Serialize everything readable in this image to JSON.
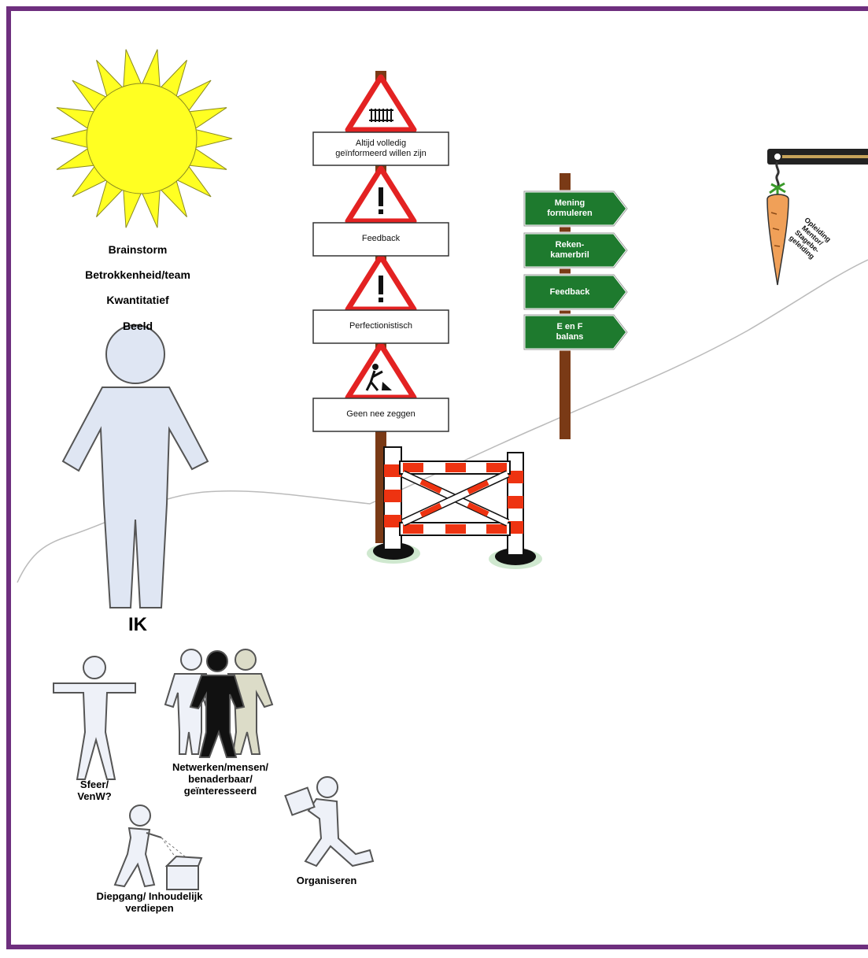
{
  "colors": {
    "frame": "#6e2f7e",
    "sun": "#ffff22",
    "figure_fill": "#dfe6f3",
    "sign_red": "#e32222",
    "arrow_green": "#1e7a2e",
    "pole": "#7a3a16",
    "barrier_red": "#ee3311",
    "carrot": "#f0a058"
  },
  "sun": {
    "icon": "sun-icon",
    "lines": [
      "Brainstorm",
      "Betrokkenheid/team",
      "Kwantitatief",
      "Beeld"
    ]
  },
  "main_person": {
    "icon": "person-icon",
    "label": "IK"
  },
  "warning_signs": [
    {
      "icon": "radiator-warning-icon",
      "label": "Altijd volledig\ngeïnformeerd willen zijn"
    },
    {
      "icon": "exclamation-warning-icon",
      "label": "Feedback"
    },
    {
      "icon": "exclamation-warning-icon",
      "label": "Perfectionistisch"
    },
    {
      "icon": "roadworks-warning-icon",
      "label": "Geen nee zeggen"
    }
  ],
  "signpost": [
    {
      "label": "Mening\nformuleren"
    },
    {
      "label": "Reken-\nkamerbril"
    },
    {
      "label": "Feedback"
    },
    {
      "label": "E en F\nbalans"
    }
  ],
  "carrot": {
    "icon": "carrot-icon",
    "label": "Opleiding\nMentor/\nStagebe-\ngeleiding"
  },
  "barrier": {
    "icon": "barrier-icon"
  },
  "small_figures": [
    {
      "icon": "arms-open-person-icon",
      "label": "Sfeer/\nVenW?"
    },
    {
      "icon": "people-group-icon",
      "label": "Netwerken/mensen/\nbenaderbaar/\ngeïnteresseerd"
    },
    {
      "icon": "person-carrying-box-icon",
      "label": "Organiseren"
    },
    {
      "icon": "person-digging-box-icon",
      "label": "Diepgang/ Inhoudelijk\nverdiepen"
    }
  ]
}
